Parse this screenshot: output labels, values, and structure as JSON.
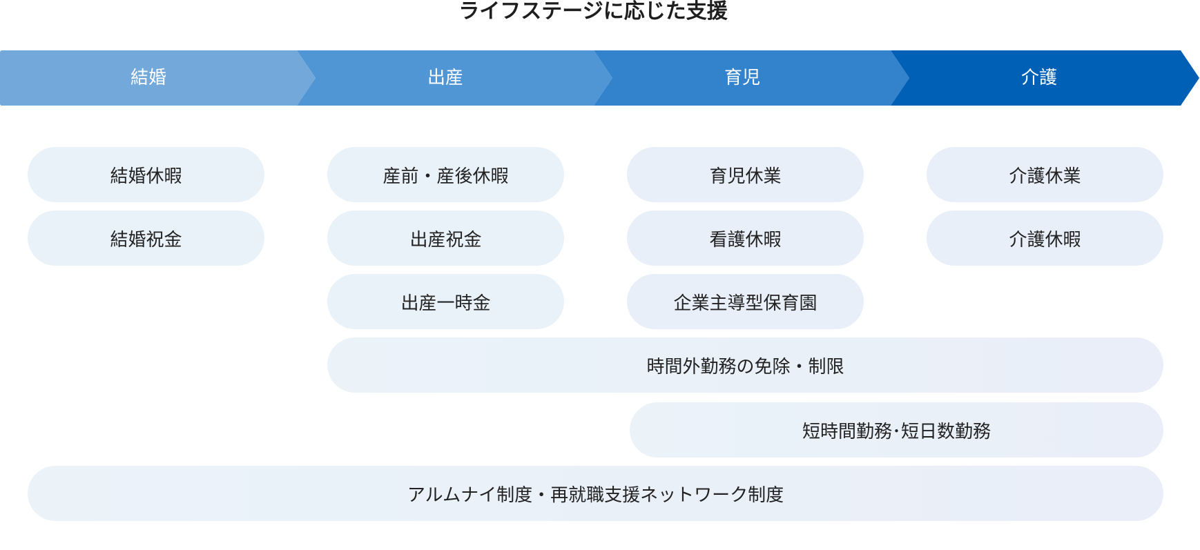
{
  "title": "ライフステージに応じた支援",
  "stages": [
    {
      "label": "結婚",
      "color": "#72A8DA"
    },
    {
      "label": "出産",
      "color": "#5096D4"
    },
    {
      "label": "育児",
      "color": "#3282CC"
    },
    {
      "label": "介護",
      "color": "#0060B6"
    }
  ],
  "support": {
    "marriage": [
      "結婚休暇",
      "結婚祝金"
    ],
    "birth": [
      "産前・産後休暇",
      "出産祝金",
      "出産一時金"
    ],
    "childcare": [
      "育児休業",
      "看護休暇",
      "企業主導型保育園"
    ],
    "nursing": [
      "介護休業",
      "介護休暇"
    ],
    "spanning": [
      {
        "label": "時間外勤務の免除・制限",
        "stages": [
          "出産",
          "育児",
          "介護"
        ]
      },
      {
        "label": "短時間勤務･短日数勤務",
        "stages": [
          "育児",
          "介護"
        ]
      },
      {
        "label": "アルムナイ制度・再就職支援ネットワーク制度",
        "stages": [
          "結婚",
          "出産",
          "育児",
          "介護"
        ]
      }
    ]
  },
  "colors": {
    "pill_bg": "#EAF2F9",
    "text": "#222222"
  }
}
